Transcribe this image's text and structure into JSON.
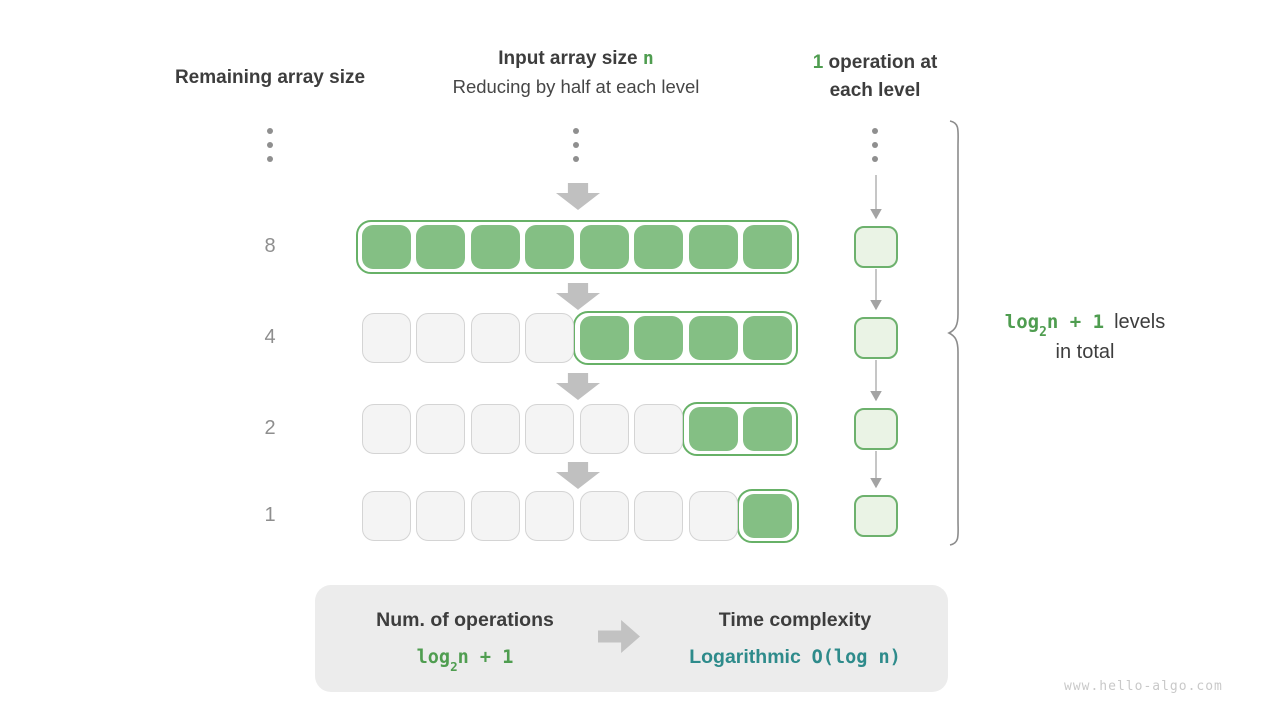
{
  "headers": {
    "left": "Remaining array size",
    "middle_title": "Input array size ",
    "middle_title_var": "n",
    "middle_subtitle": "Reducing by half at each level",
    "right_num": "1",
    "right_line1": " operation at",
    "right_line2": "each level"
  },
  "levels": [
    {
      "label": "8",
      "green": 8
    },
    {
      "label": "4",
      "green": 4
    },
    {
      "label": "2",
      "green": 2
    },
    {
      "label": "1",
      "green": 1
    }
  ],
  "brace_label": {
    "formula_pre": "log",
    "formula_sub": "2",
    "formula_post": "n + 1",
    "text_line1": "levels",
    "text_line2": "in total"
  },
  "summary": {
    "left_title": "Num. of operations",
    "formula_pre": "log",
    "formula_sub": "2",
    "formula_post": "n + 1",
    "right_title": "Time complexity",
    "right_value_label": "Logarithmic",
    "right_value_formula": "O(log n)"
  },
  "watermark": "www.hello-algo.com",
  "colors": {
    "green_fill": "#84bf84",
    "green_border": "#67b167",
    "light_green_fill": "#eaf3e5",
    "gray_cell": "#f4f4f4",
    "teal": "#2e8b8b",
    "green_text": "#4f9d50",
    "summary_bg": "#ececec"
  }
}
